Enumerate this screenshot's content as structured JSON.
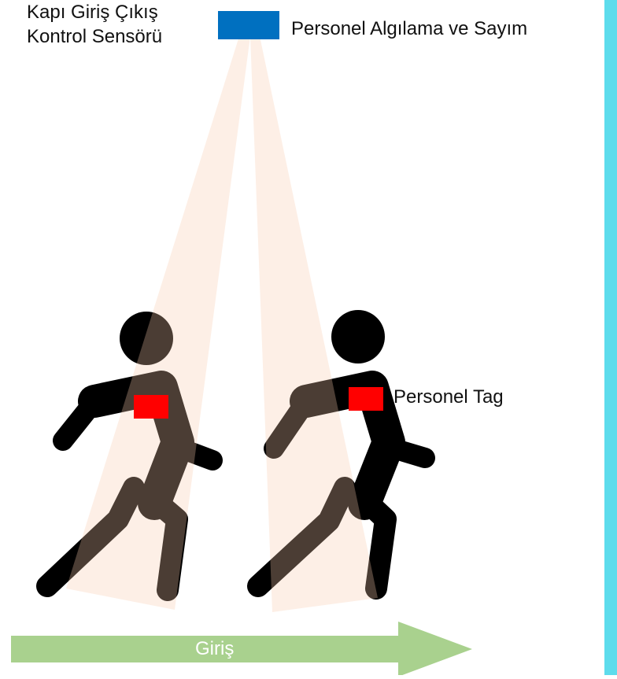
{
  "sensor": {
    "title_line1": "Kapı Giriş Çıkış",
    "title_line2": "Kontrol Sensörü",
    "function_label": "Personel Algılama ve Sayım",
    "color": "#0070c0"
  },
  "tag": {
    "label": "Personel Tag",
    "color": "#ff0000"
  },
  "direction": {
    "label": "Giriş",
    "arrow_color": "#a9d18e"
  },
  "colors": {
    "beam": "#f8cbad",
    "person": "#000000",
    "right_border": "#5ddcec",
    "background": "#ffffff"
  },
  "icons": {
    "person": "walking-person-icon",
    "sensor": "sensor-box-icon",
    "arrow": "right-arrow-icon"
  }
}
